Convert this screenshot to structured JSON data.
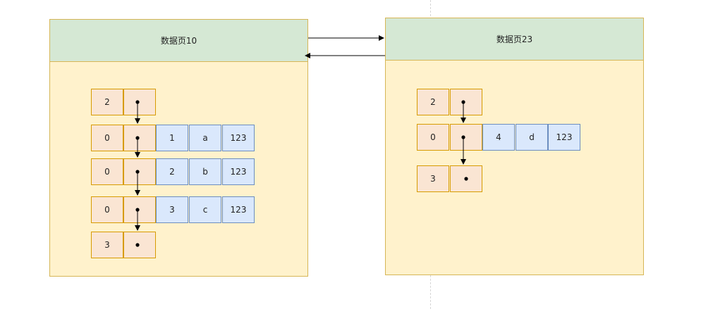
{
  "pages": [
    {
      "title": "数据页10",
      "records": [
        {
          "n_owned": "2"
        },
        {
          "n_owned": "0",
          "fields": [
            "1",
            "a",
            "123"
          ]
        },
        {
          "n_owned": "0",
          "fields": [
            "2",
            "b",
            "123"
          ]
        },
        {
          "n_owned": "0",
          "fields": [
            "3",
            "c",
            "123"
          ]
        },
        {
          "n_owned": "3"
        }
      ]
    },
    {
      "title": "数据页23",
      "records": [
        {
          "n_owned": "2"
        },
        {
          "n_owned": "0",
          "fields": [
            "4",
            "d",
            "123"
          ]
        },
        {
          "n_owned": "3"
        }
      ]
    }
  ],
  "colors": {
    "page_body": "#fff2cc",
    "page_header": "#d5e8d4",
    "header_cell": "#fae5d3",
    "field_cell": "#dae8fc"
  }
}
